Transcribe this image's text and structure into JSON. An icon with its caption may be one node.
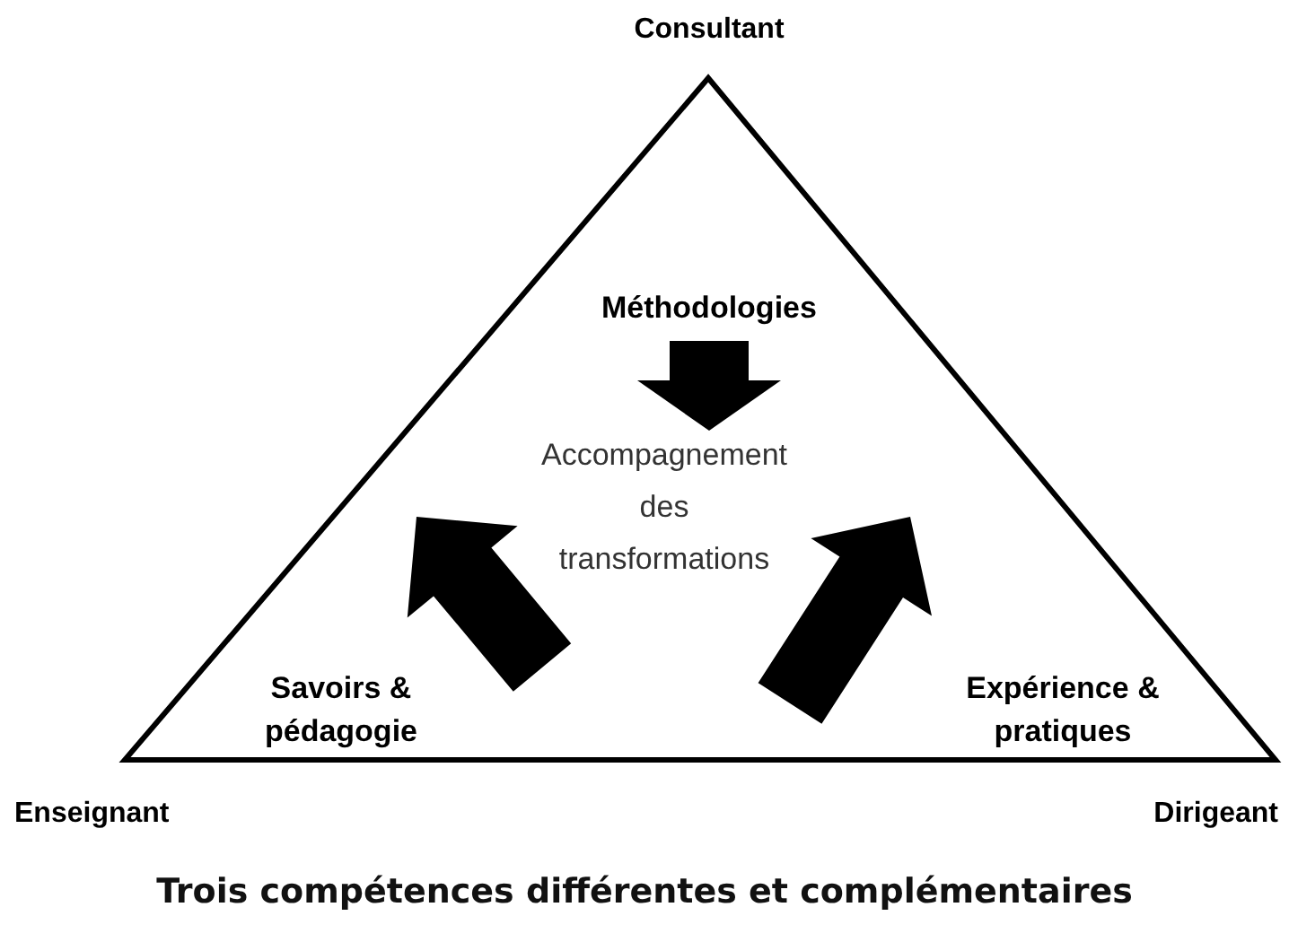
{
  "diagram": {
    "caption": "Trois compétences différentes et complémentaires",
    "nodes": [
      {
        "text": [],
        "shape": "triangle"
      },
      {
        "text": [
          "Méthodologies"
        ],
        "in": 0
      },
      {
        "text": [
          "Accompagnement des transformations"
        ],
        "in": 0
      },
      {
        "text": [
          "Savoirs & pédagogie"
        ],
        "in": 0
      },
      {
        "text": [
          "Expérience & pratiques"
        ],
        "in": 0
      }
    ],
    "edges": [
      {
        "from": 1,
        "to": 2,
        "arrow": "to"
      }
    ],
    "labels": [
      "Consultant",
      "Enseignant",
      "Dirigeant"
    ]
  }
}
